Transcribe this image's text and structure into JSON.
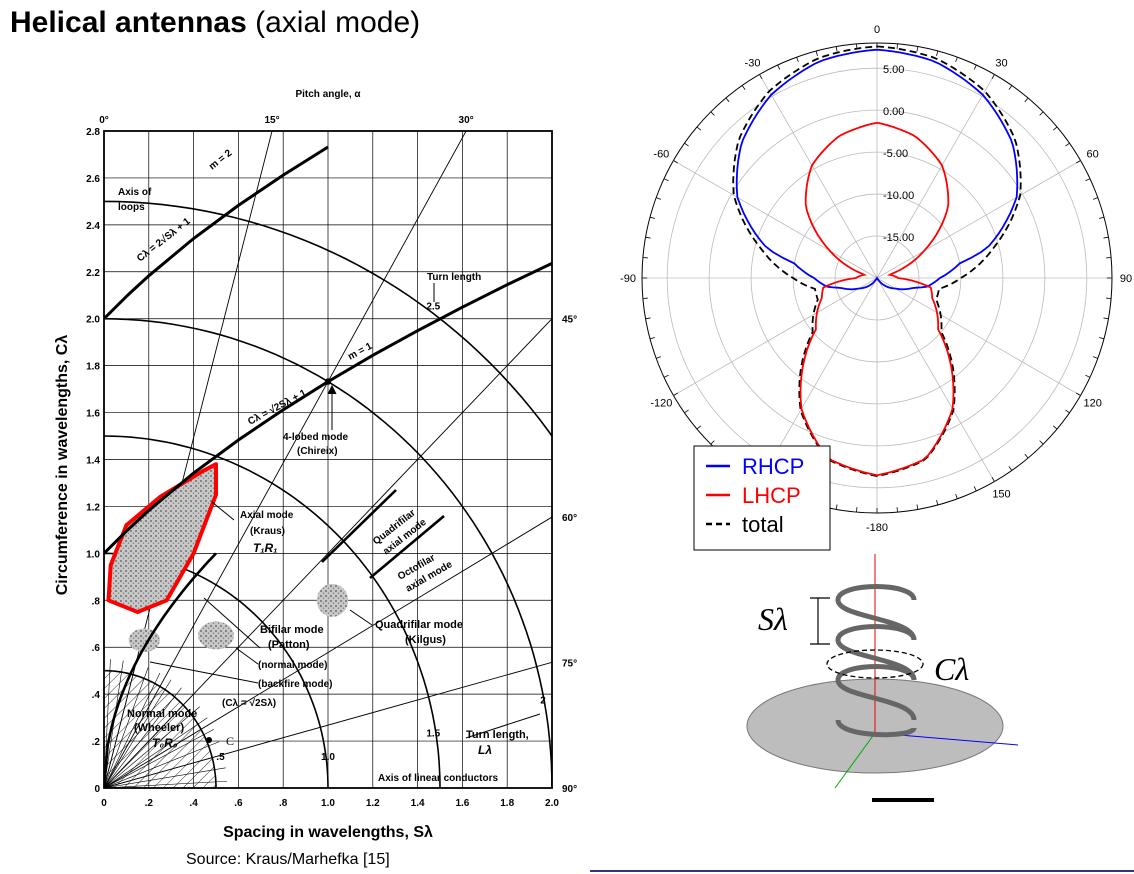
{
  "slide": {
    "title_bold": "Helical antennas",
    "title_rest": " (axial mode)",
    "source": "Source: Kraus/Marhefka [15]"
  },
  "chart_data": [
    {
      "type": "line",
      "title": "Pitch angle, α",
      "xlabel": "Spacing in wavelengths, Sλ",
      "ylabel": "Circumference in wavelengths, Cλ",
      "xlim": [
        0,
        2.0
      ],
      "ylim": [
        0,
        2.8
      ],
      "x_ticks": [
        "0",
        ".2",
        ".4",
        ".6",
        ".8",
        "1.0",
        "1.2",
        "1.4",
        "1.6",
        "1.8",
        "2.0"
      ],
      "y_ticks": [
        "0",
        ".2",
        ".4",
        ".6",
        ".8",
        "1.0",
        "1.2",
        "1.4",
        "1.6",
        "1.8",
        "2.0",
        "2.2",
        "2.4",
        "2.6",
        "2.8"
      ],
      "pitch_angle_ticks": [
        "0°",
        "15°",
        "30°",
        "45°",
        "60°",
        "75°",
        "90°"
      ],
      "turn_length_labels": [
        ".5",
        "1.0",
        "1.5",
        "2",
        "2.5"
      ],
      "grid": true,
      "series": [
        {
          "name": "m = 1",
          "x": [
            0,
            0.1,
            0.2,
            0.4,
            0.6,
            0.8,
            1.0,
            1.2,
            1.4,
            1.6,
            1.8,
            2.0
          ],
          "y": [
            1.0,
            1.095,
            1.183,
            1.342,
            1.483,
            1.612,
            1.732,
            1.844,
            1.949,
            2.049,
            2.145,
            2.236
          ]
        },
        {
          "name": "m = 2",
          "x": [
            0,
            0.1,
            0.2,
            0.4,
            0.6,
            0.8,
            1.0
          ],
          "y": [
            2.0,
            2.095,
            2.183,
            2.342,
            2.483,
            2.612,
            2.732
          ]
        }
      ],
      "annotations": [
        "Axis of loops",
        "Turn length",
        "4-lobed mode (Chireix)",
        "Axial mode (Kraus)",
        "T1R1",
        "Quadrifilar axial mode",
        "Octofilar axial mode",
        "Bifilar mode (Patton)",
        "(normal mode)",
        "(backfire mode)",
        "Quadrifilar mode (Kilgus)",
        "Normal mode (Wheeler)",
        "T0R0",
        "C",
        "Turn length, Lλ",
        "Axis of linear conductors",
        "Cλ = 2√Sλ + 1",
        "Cλ = √2Sλ + 1",
        "(Cλ = √2Sλ)"
      ]
    },
    {
      "type": "line",
      "subtype": "polar",
      "angle_ticks": [
        "0",
        "30",
        "60",
        "90",
        "120",
        "150",
        "-180",
        "-120",
        "-90",
        "-60",
        "-30"
      ],
      "radial_ticks": [
        "5.00",
        "0.00",
        "-5.00",
        "-10.00",
        "-15.00"
      ],
      "rlim": [
        -20,
        8
      ],
      "series": [
        {
          "name": "RHCP",
          "color": "#0000ff",
          "theta_deg": [
            0,
            15,
            30,
            45,
            60,
            75,
            80,
            90,
            100,
            105,
            120,
            150,
            180
          ],
          "r_db": [
            7.2,
            6.7,
            5.2,
            2.8,
            -0.8,
            -6.5,
            -10.0,
            -12.5,
            -14.0,
            -15.5,
            -17.5,
            -20,
            -20
          ]
        },
        {
          "name": "LHCP",
          "color": "#ff0000",
          "theta_deg": [
            0,
            15,
            30,
            45,
            60,
            75,
            90,
            100,
            110,
            130,
            150,
            165,
            180
          ],
          "r_db": [
            -1.5,
            -2.5,
            -4.5,
            -8.0,
            -13.5,
            -18.5,
            -17.5,
            -13.5,
            -13.0,
            -10.5,
            -2.0,
            2.3,
            3.5
          ]
        },
        {
          "name": "total",
          "color": "#000000",
          "theta_deg": [
            0,
            15,
            30,
            45,
            60,
            75,
            90,
            100,
            110,
            130,
            150,
            165,
            180
          ],
          "r_db": [
            7.6,
            7.1,
            5.7,
            3.3,
            -0.3,
            -5.5,
            -10.0,
            -12.5,
            -12.5,
            -10.0,
            -1.8,
            2.4,
            3.6
          ]
        }
      ]
    }
  ],
  "inset": {
    "pitch_label": "Sλ",
    "circumference_label": "Cλ"
  }
}
